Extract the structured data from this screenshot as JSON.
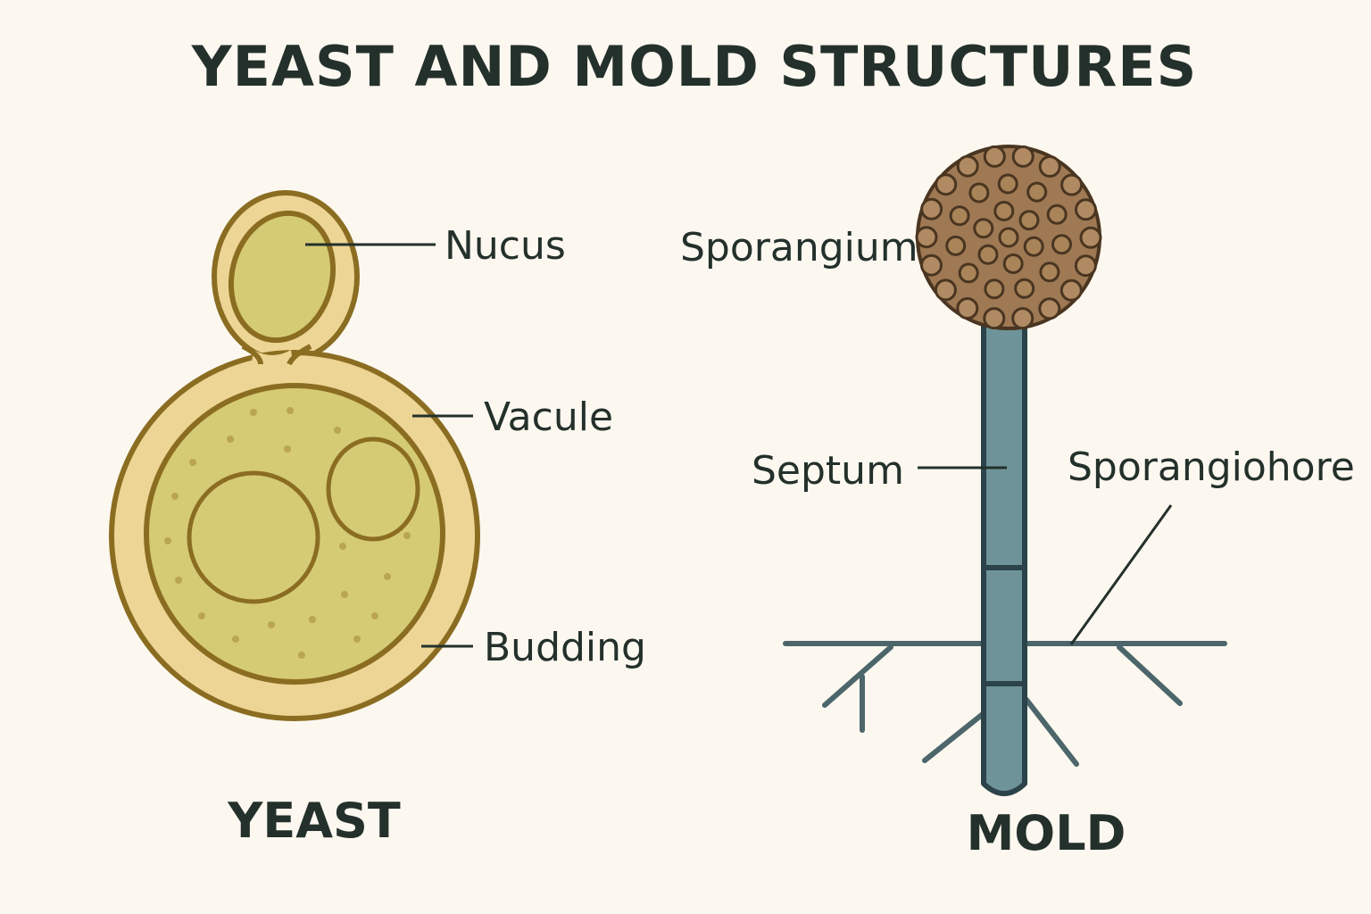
{
  "title": "YEAST AND MOLD STRUCTURES",
  "yeast": {
    "caption": "YEAST",
    "labels": {
      "nucleus": "Nucus",
      "vacuole": "Vacule",
      "budding": "Budding"
    }
  },
  "mold": {
    "caption": "MOLD",
    "labels": {
      "sporangium": "Sporangium",
      "septum": "Septum",
      "sporangiophore": "Sporangiohore"
    }
  },
  "colors": {
    "background": "#fcf8f0",
    "yeast_outline": "#8b6d22",
    "yeast_wall_fill": "#edd595",
    "yeast_cytoplasm": "#d5cb75",
    "yeast_granule": "#b9a553",
    "hypha_fill": "#6e949a",
    "hypha_outline": "#2b4349",
    "sporangium_fill": "#9e7954",
    "sporangium_outline": "#4a3520",
    "ink": "#24302b"
  }
}
